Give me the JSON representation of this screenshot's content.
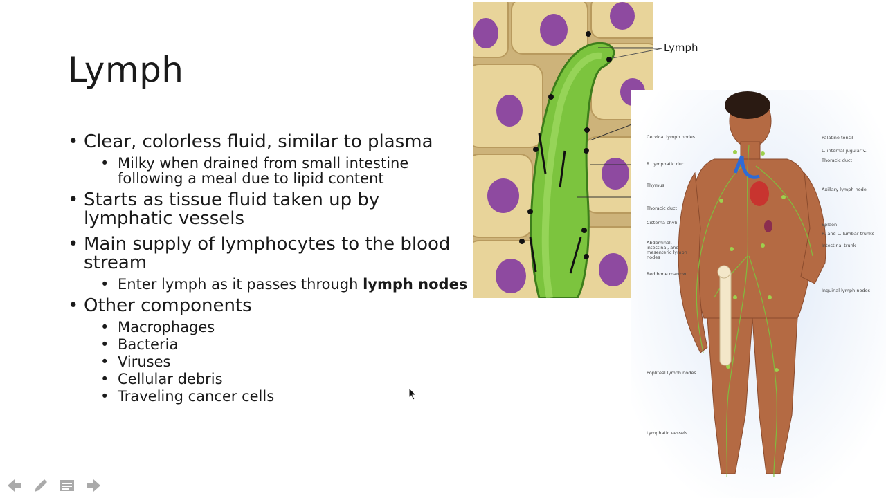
{
  "slide": {
    "title": "Lymph",
    "bullets": [
      {
        "text": "Clear, colorless fluid, similar to plasma",
        "sub": [
          "Milky when drained from small intestine following a meal due to lipid content"
        ]
      },
      {
        "text": "Starts as tissue fluid taken up by lymphatic vessels",
        "sub": []
      },
      {
        "text": "Main supply of lymphocytes to the blood stream",
        "sub": [
          {
            "pre": "Enter lymph as it passes through ",
            "bold": "lymph nodes"
          }
        ]
      },
      {
        "text": "Other components",
        "sub": [
          "Macrophages",
          "Bacteria",
          "Viruses",
          "Cellular debris",
          "Traveling cancer cells"
        ]
      }
    ]
  },
  "figure_tissue": {
    "label": "Lymph"
  },
  "figure_body": {
    "left_labels": [
      "Cervical lymph nodes",
      "R. lymphatic duct",
      "Thymus",
      "Thoracic duct",
      "Cisterna chyli",
      "Abdominal, intestinal, and mesenteric lymph nodes",
      "Red bone marrow",
      "Popliteal lymph nodes",
      "Lymphatic vessels"
    ],
    "right_labels": [
      "Palatine tonsil",
      "L. internal jugular v.",
      "Thoracic duct",
      "Axillary lymph node",
      "Spleen",
      "R. and L. lumbar trunks",
      "Intestinal trunk",
      "Inguinal lymph nodes"
    ]
  },
  "nav": {
    "icons": [
      "arrow-left-icon",
      "pen-icon",
      "menu-icon",
      "arrow-right-icon"
    ]
  },
  "colors": {
    "lymph_vessel": "#7cc43e",
    "cell": "#e6cf93",
    "nucleus": "#8e4aa0",
    "skin": "#b46a43"
  }
}
